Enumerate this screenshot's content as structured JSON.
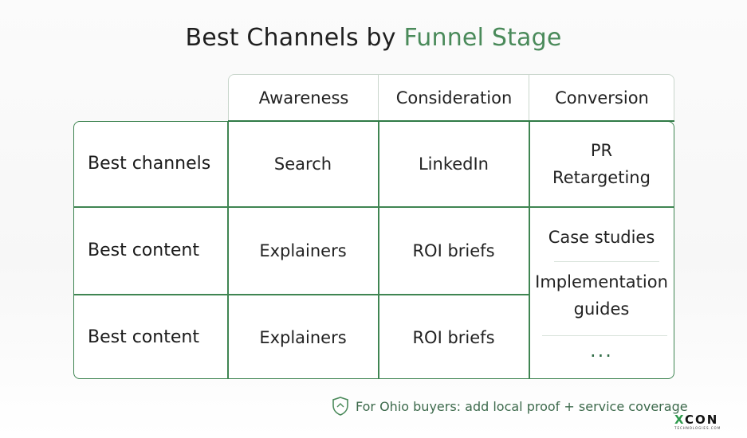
{
  "title": {
    "main": "Best Channels by ",
    "accent": "Funnel Stage"
  },
  "columns": [
    "Awareness",
    "Consideration",
    "Conversion"
  ],
  "rows": [
    {
      "label": "Best channels",
      "cells": [
        "Search",
        "LinkedIn",
        [
          "PR",
          "Retargeting"
        ]
      ]
    },
    {
      "label": "Best content",
      "cells": [
        "Explainers",
        "ROI briefs"
      ]
    },
    {
      "label": "Best content",
      "cells": [
        "Explainers",
        "ROI briefs"
      ]
    }
  ],
  "conversion_content": {
    "item1": "Case studies",
    "item2_line1": "Implementation",
    "item2_line2": "guides",
    "more": "..."
  },
  "footer": {
    "note": "For Ohio buyers: add local proof + service coverage"
  },
  "logo": {
    "word_x": "X",
    "word_rest": "CON",
    "sub": "TECHNOLOGIES.COM"
  },
  "colors": {
    "accent": "#4a8a5a",
    "border": "#3f8552",
    "header_border": "#c9d6cc"
  },
  "icons": {
    "footer": "shield-icon"
  }
}
